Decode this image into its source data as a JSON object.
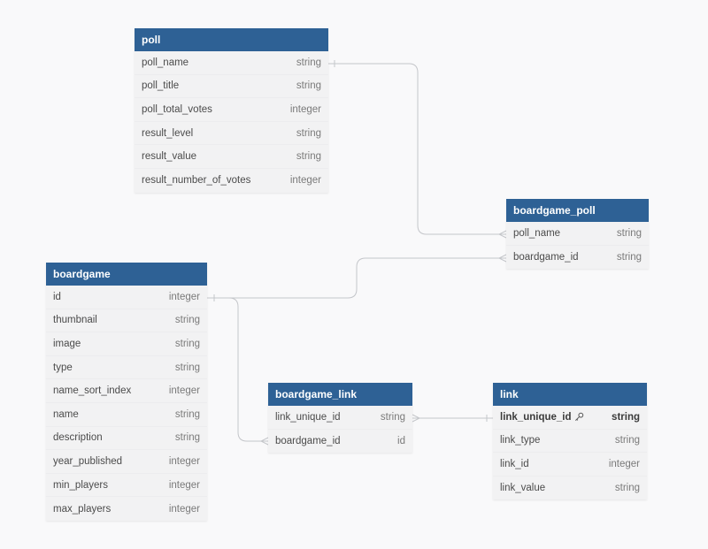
{
  "tables": {
    "poll": {
      "name": "poll",
      "fields": [
        {
          "name": "poll_name",
          "type": "string"
        },
        {
          "name": "poll_title",
          "type": "string"
        },
        {
          "name": "poll_total_votes",
          "type": "integer"
        },
        {
          "name": "result_level",
          "type": "string"
        },
        {
          "name": "result_value",
          "type": "string"
        },
        {
          "name": "result_number_of_votes",
          "type": "integer"
        }
      ]
    },
    "boardgame_poll": {
      "name": "boardgame_poll",
      "fields": [
        {
          "name": "poll_name",
          "type": "string"
        },
        {
          "name": "boardgame_id",
          "type": "string"
        }
      ]
    },
    "boardgame": {
      "name": "boardgame",
      "fields": [
        {
          "name": "id",
          "type": "integer"
        },
        {
          "name": "thumbnail",
          "type": "string"
        },
        {
          "name": "image",
          "type": "string"
        },
        {
          "name": "type",
          "type": "string"
        },
        {
          "name": "name_sort_index",
          "type": "integer"
        },
        {
          "name": "name",
          "type": "string"
        },
        {
          "name": "description",
          "type": "string"
        },
        {
          "name": "year_published",
          "type": "integer"
        },
        {
          "name": "min_players",
          "type": "integer"
        },
        {
          "name": "max_players",
          "type": "integer"
        }
      ]
    },
    "boardgame_link": {
      "name": "boardgame_link",
      "fields": [
        {
          "name": "link_unique_id",
          "type": "string"
        },
        {
          "name": "boardgame_id",
          "type": "id"
        }
      ]
    },
    "link": {
      "name": "link",
      "fields": [
        {
          "name": "link_unique_id",
          "type": "string",
          "primary_key": true,
          "icon": "key-icon"
        },
        {
          "name": "link_type",
          "type": "string"
        },
        {
          "name": "link_id",
          "type": "integer"
        },
        {
          "name": "link_value",
          "type": "string"
        }
      ]
    }
  },
  "relationships": [
    {
      "from": "poll.poll_name",
      "to": "boardgame_poll.poll_name",
      "cardinality": "one-to-many"
    },
    {
      "from": "boardgame.id",
      "to": "boardgame_poll.boardgame_id",
      "cardinality": "one-to-many"
    },
    {
      "from": "boardgame.id",
      "to": "boardgame_link.boardgame_id",
      "cardinality": "one-to-many"
    },
    {
      "from": "link.link_unique_id",
      "to": "boardgame_link.link_unique_id",
      "cardinality": "one-to-many"
    }
  ],
  "colors": {
    "background": "#f9f9fa",
    "header": "#2e6195",
    "header_text": "#ffffff",
    "row_background": "#f2f2f3",
    "connector": "#c4c6ca"
  }
}
